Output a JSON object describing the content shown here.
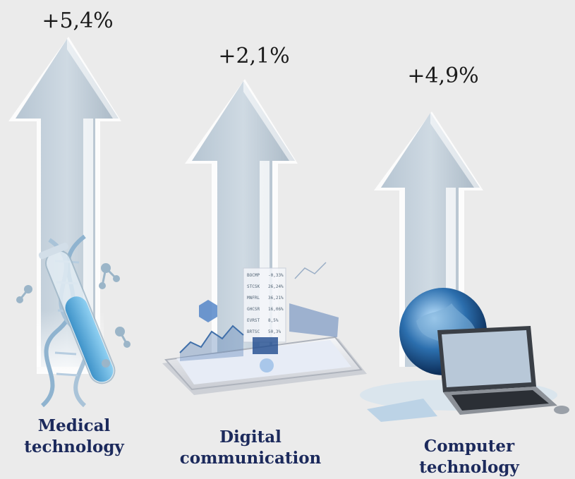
{
  "items": [
    {
      "name": "medical",
      "value": "+5,4%",
      "label_line1": "Medical",
      "label_line2": "technology"
    },
    {
      "name": "digital",
      "value": "+2,1%",
      "label_line1": "Digital",
      "label_line2": "communication"
    },
    {
      "name": "computer",
      "value": "+4,9%",
      "label_line1": "Computer",
      "label_line2": "technology"
    }
  ],
  "tablet_table": {
    "rows": [
      {
        "code": "BOCMP",
        "value": "-0,33%"
      },
      {
        "code": "STCSK",
        "value": "26,24%"
      },
      {
        "code": "MNFRL",
        "value": "36,21%"
      },
      {
        "code": "GHCSR",
        "value": "16,06%"
      },
      {
        "code": "EVRST",
        "value": "8,5%"
      },
      {
        "code": "BRTSC",
        "value": "50,3%"
      }
    ]
  },
  "colors": {
    "background": "#ebebeb",
    "arrow_fill": "#c3d0db",
    "arrow_highlight": "#ffffff",
    "label_text": "#1c2a5c",
    "value_text": "#1a1a1a"
  },
  "icons": [
    "dna-test-tube-icon",
    "tablet-hologram-icon",
    "globe-laptop-icon"
  ]
}
